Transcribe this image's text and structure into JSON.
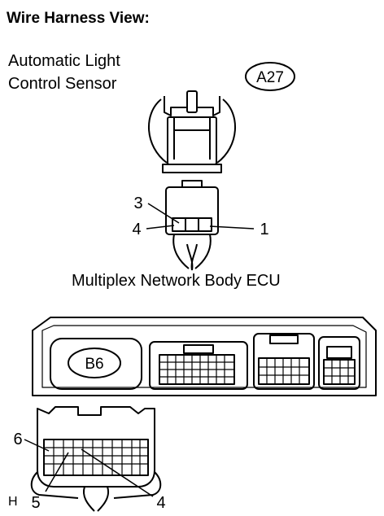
{
  "title": "Wire Harness View:",
  "sensor": {
    "name_line1": "Automatic Light",
    "name_line2": "Control Sensor",
    "connector_code": "A27",
    "pins": {
      "p3": "3",
      "p4": "4",
      "p1": "1"
    }
  },
  "ecu": {
    "name": "Multiplex Network Body ECU",
    "connector_code": "B6",
    "pins": {
      "p6": "6",
      "p5": "5",
      "p4": "4"
    }
  },
  "corner_mark": "H"
}
